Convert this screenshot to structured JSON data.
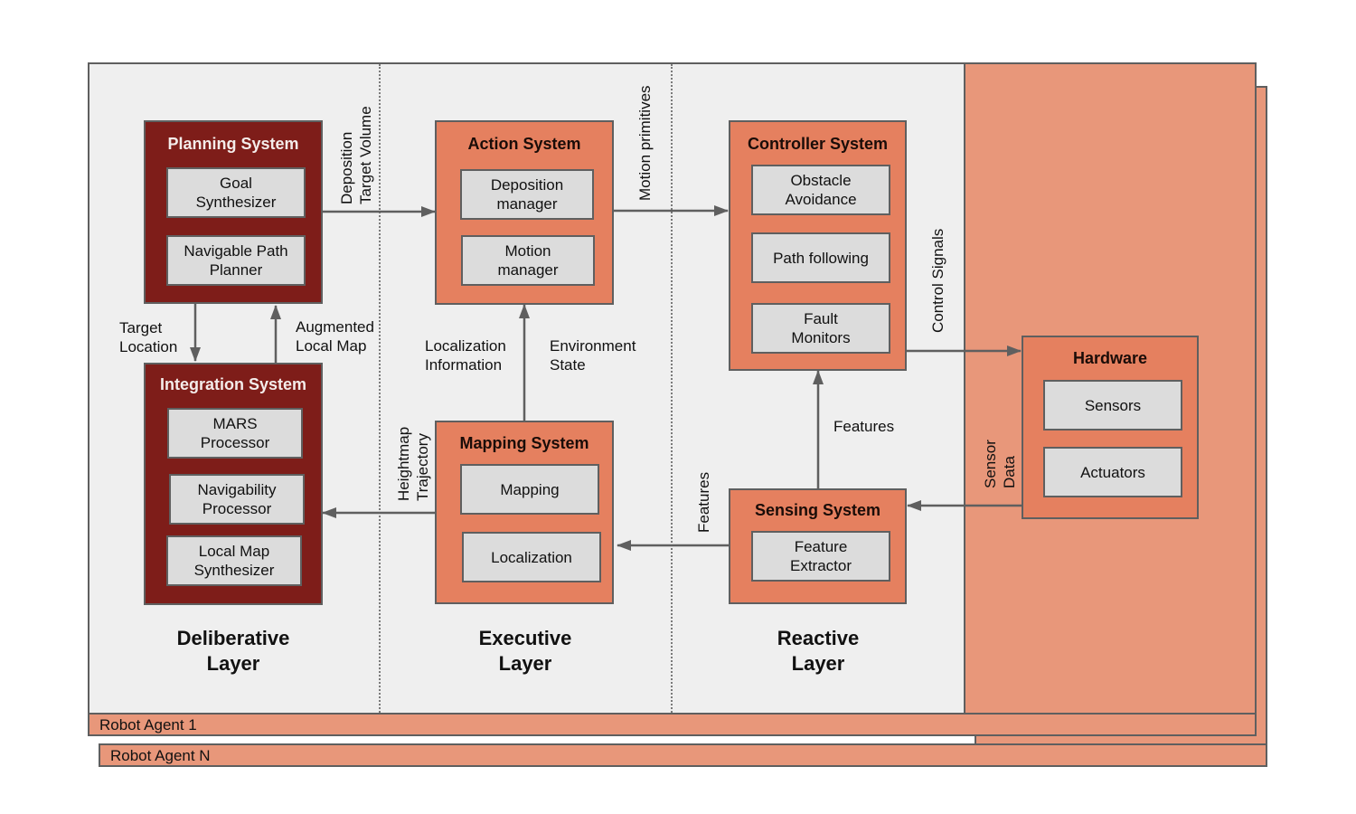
{
  "colors": {
    "deliberative_box": "#7e1d19",
    "executive_box": "#e5805f",
    "hardware_region": "#e8977a",
    "sub_box": "#dcdcdc",
    "panel": "#efefef",
    "border": "#5f5f5f"
  },
  "agents": {
    "agent_1": "Robot Agent 1",
    "agent_n": "Robot Agent N"
  },
  "layers": {
    "deliberative": "Deliberative\nLayer",
    "executive": "Executive\nLayer",
    "reactive": "Reactive\nLayer"
  },
  "systems": {
    "planning": {
      "title": "Planning System",
      "components": [
        "Goal\nSynthesizer",
        "Navigable Path\nPlanner"
      ]
    },
    "integration": {
      "title": "Integration System",
      "components": [
        "MARS\nProcessor",
        "Navigability\nProcessor",
        "Local Map\nSynthesizer"
      ]
    },
    "action": {
      "title": "Action System",
      "components": [
        "Deposition\nmanager",
        "Motion\nmanager"
      ]
    },
    "mapping": {
      "title": "Mapping System",
      "components": [
        "Mapping",
        "Localization"
      ]
    },
    "controller": {
      "title": "Controller System",
      "components": [
        "Obstacle\nAvoidance",
        "Path following",
        "Fault\nMonitors"
      ]
    },
    "sensing": {
      "title": "Sensing System",
      "components": [
        "Feature\nExtractor"
      ]
    },
    "hardware": {
      "title": "Hardware",
      "components": [
        "Sensors",
        "Actuators"
      ]
    }
  },
  "edges": {
    "planning_to_action": "Deposition\nTarget Volume",
    "action_to_controller": "Motion primitives",
    "planning_to_integration": "Target\nLocation",
    "integration_to_planning": "Augmented\nLocal Map",
    "mapping_to_action_left": "Localization\nInformation",
    "mapping_to_action_right": "Environment\nState",
    "mapping_to_integration": "Heightmap\nTrajectory",
    "sensing_to_mapping": "Features",
    "sensing_to_controller": "Features",
    "controller_to_hardware": "Control Signals",
    "hardware_to_sensing": "Sensor\nData"
  }
}
